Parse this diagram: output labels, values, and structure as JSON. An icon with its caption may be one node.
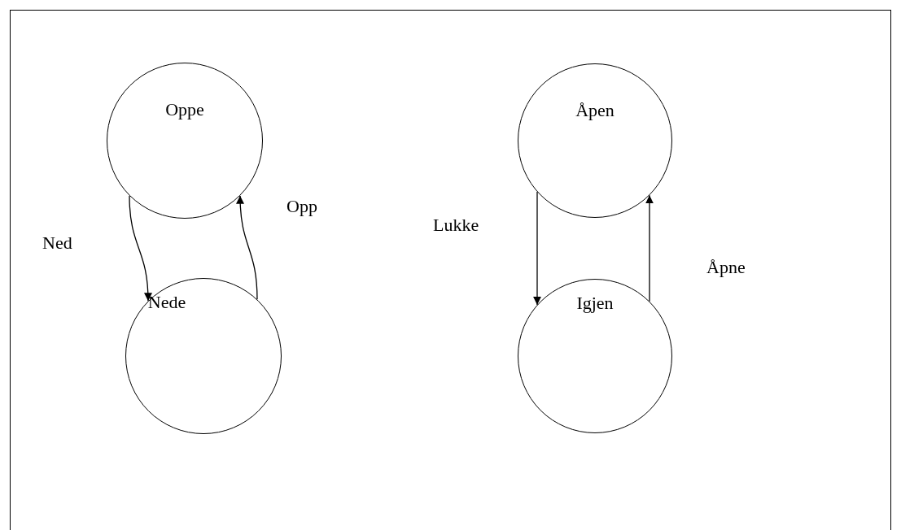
{
  "diagram": {
    "nodes": [
      {
        "text": [
          "Oppe"
        ]
      },
      {
        "text": [
          "Nede"
        ]
      },
      {
        "text": [
          "Åpen"
        ]
      },
      {
        "text": [
          "Igjen"
        ]
      }
    ],
    "edges": [
      {
        "from": 0,
        "to": 1,
        "arrow": "to",
        "label": "Ned"
      },
      {
        "from": 1,
        "to": 0,
        "arrow": "to",
        "label": "Opp"
      },
      {
        "from": 2,
        "to": 3,
        "arrow": "to",
        "label": "Lukke"
      },
      {
        "from": 3,
        "to": 2,
        "arrow": "to",
        "label": "Åpne"
      }
    ]
  }
}
